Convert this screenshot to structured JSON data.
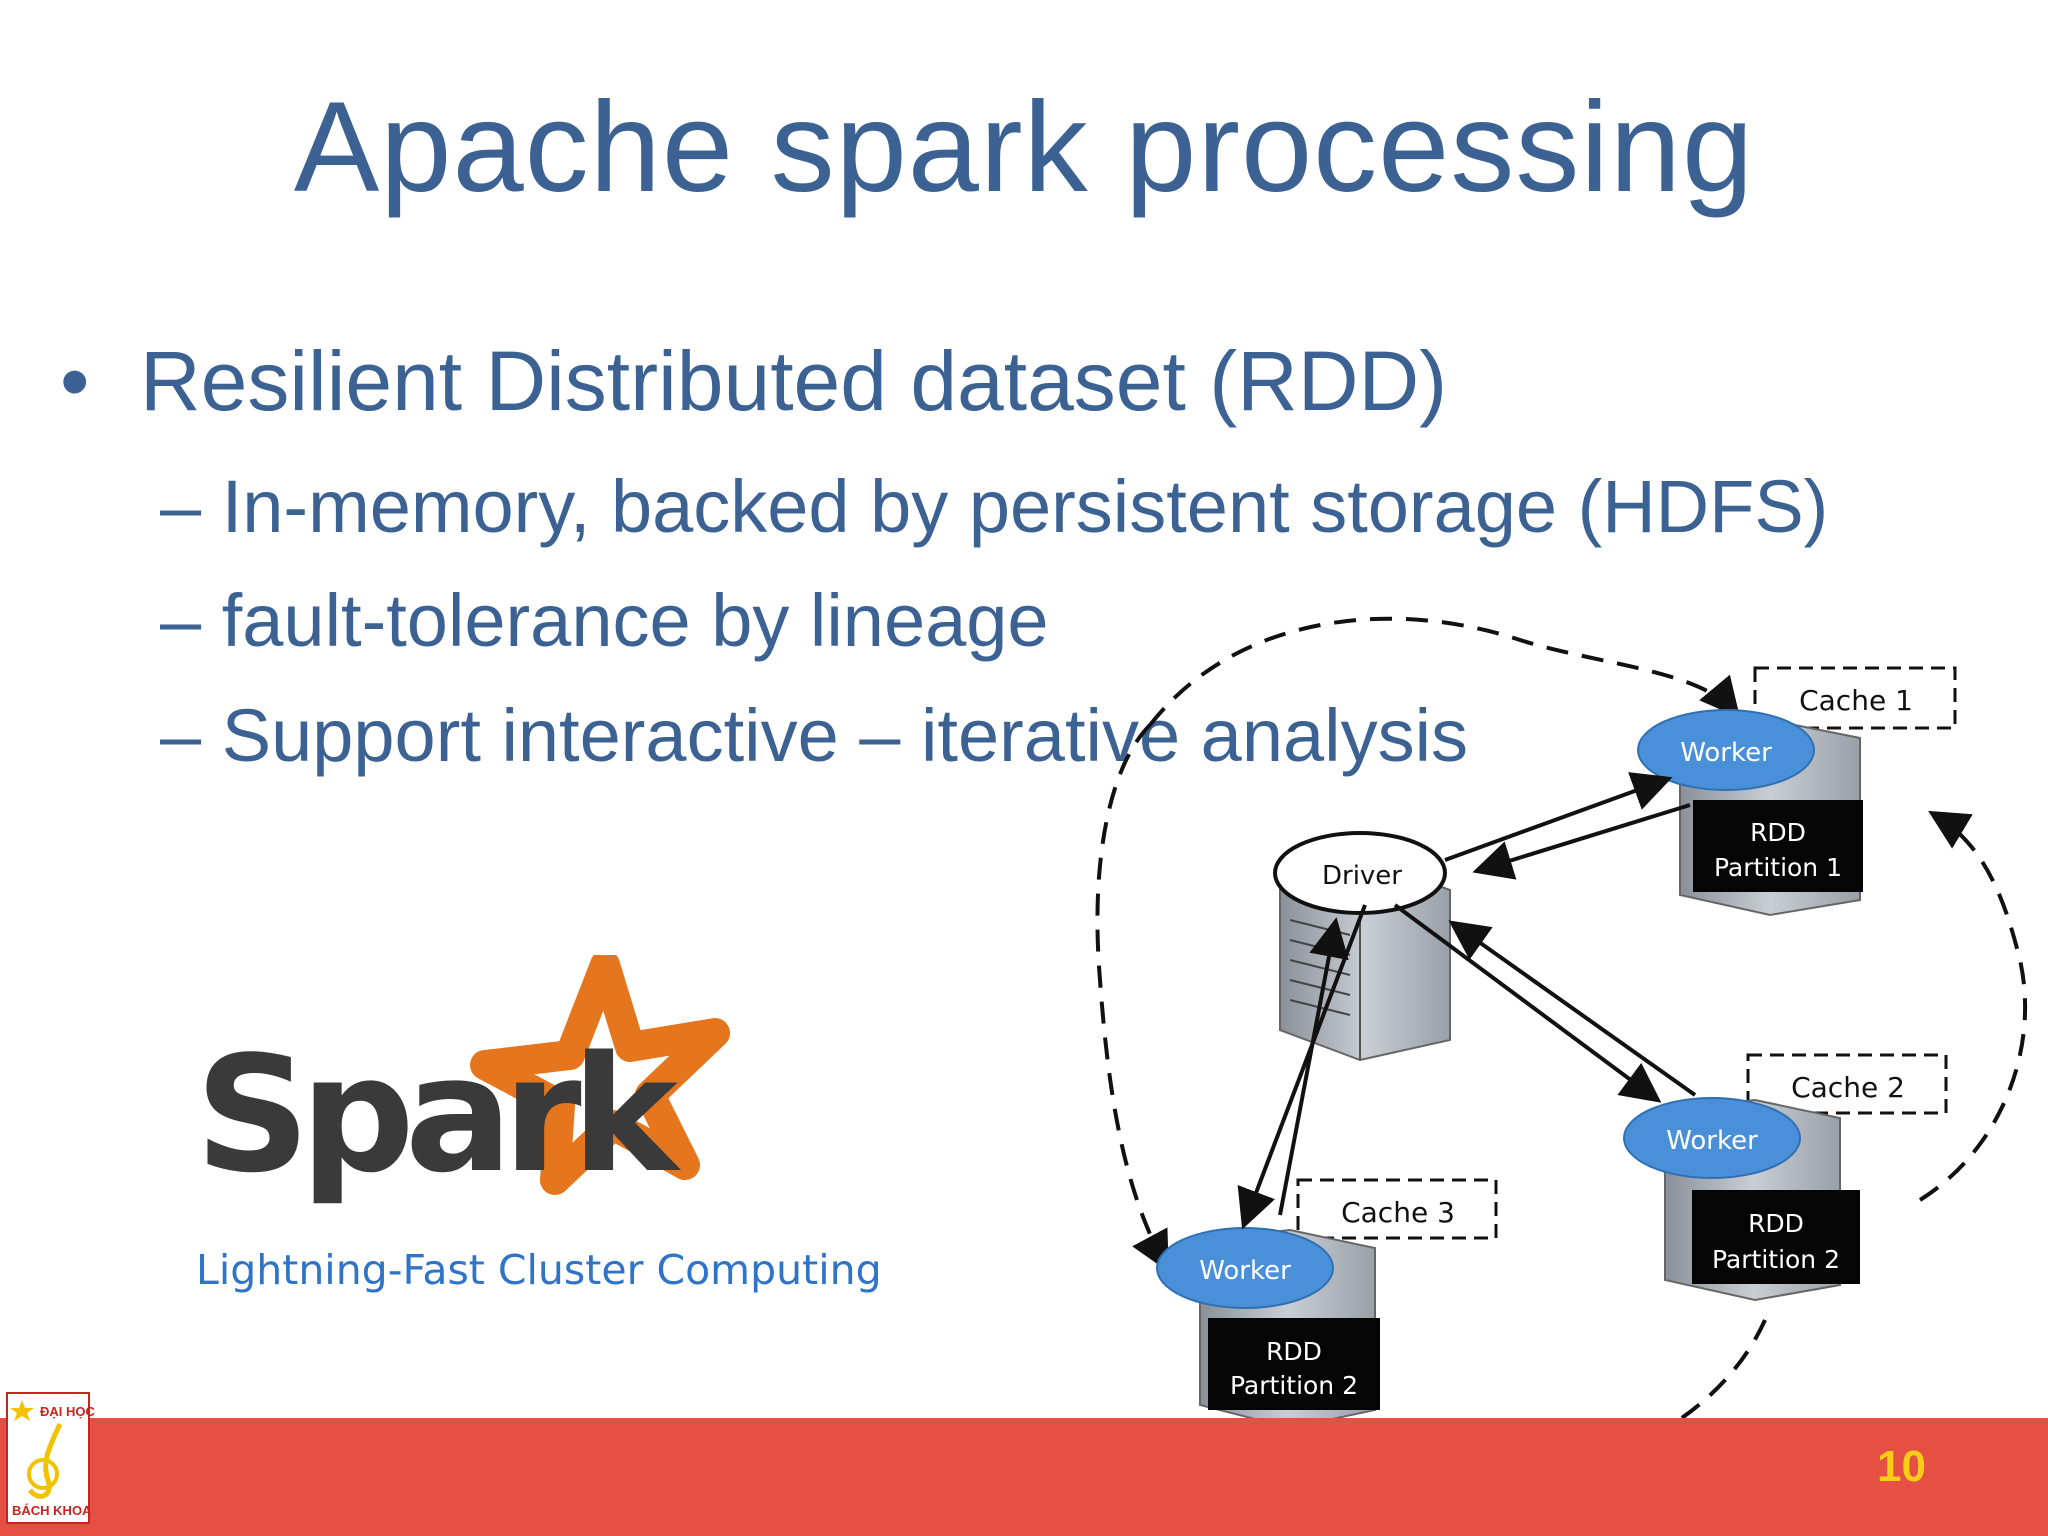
{
  "slide": {
    "title": "Apache spark processing",
    "bullet": "•",
    "main_point": "Resilient Distributed dataset (RDD)",
    "sub_points": [
      "– In-memory, backed by persistent storage (HDFS)",
      "– fault-tolerance by lineage",
      "– Support interactive – iterative analysis"
    ],
    "page_number": "10"
  },
  "logo": {
    "spark_word": "Spark",
    "tagline": "Lightning-Fast Cluster Computing",
    "school_top": "ĐẠI HỌC",
    "school_bottom": "BÁCH KHOA"
  },
  "diagram": {
    "driver_label": "Driver",
    "workers": [
      {
        "label": "Worker",
        "cache": "Cache 1",
        "rdd": "RDD",
        "partition": "Partition 1"
      },
      {
        "label": "Worker",
        "cache": "Cache 2",
        "rdd": "RDD",
        "partition": "Partition 2"
      },
      {
        "label": "Worker",
        "cache": "Cache 3",
        "rdd": "RDD",
        "partition": "Partition 2"
      }
    ]
  },
  "colors": {
    "text_blue": "#3c6293",
    "footer_red": "#e64f44",
    "page_number_yellow": "#f6cd17",
    "spark_orange": "#e5761d",
    "worker_blue": "#4a90d9"
  }
}
